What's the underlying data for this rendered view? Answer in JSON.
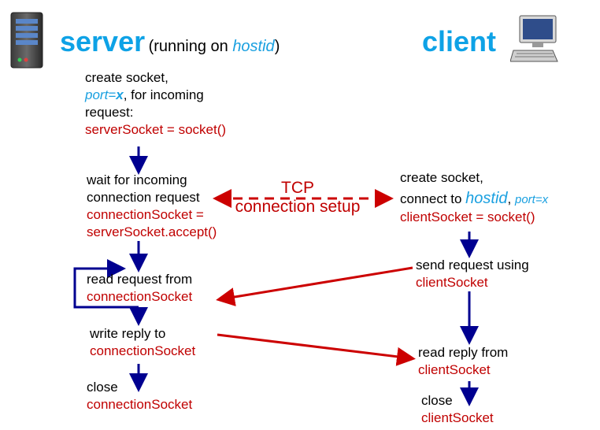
{
  "header": {
    "server_title": "server",
    "server_sub_a": "(running on ",
    "server_sub_host": "hostid",
    "server_sub_b": ")",
    "client_title": "client"
  },
  "server": {
    "create": {
      "line1": "create socket,",
      "port_a": "port=",
      "port_x": "x",
      "port_b": ", for incoming",
      "line3": "request:",
      "code": "serverSocket = socket()"
    },
    "wait": {
      "line1": "wait for incoming",
      "line2": "connection request",
      "code1": "connectionSocket =",
      "code2": "serverSocket.accept()"
    },
    "read": {
      "line1": "read request from",
      "code": "connectionSocket"
    },
    "write": {
      "line1": "write reply to",
      "code": "connectionSocket"
    },
    "close": {
      "line1": "close",
      "code": "connectionSocket"
    }
  },
  "tcp": {
    "line1": "TCP",
    "line2": "connection setup"
  },
  "client": {
    "create": {
      "line1": "create socket,",
      "connect_a": "connect to ",
      "connect_host": "hostid",
      "connect_comma": ", ",
      "connect_port": "port=x",
      "code": "clientSocket = socket()"
    },
    "send": {
      "line1": "send request using",
      "code": "clientSocket"
    },
    "read": {
      "line1": "read reply from",
      "code": "clientSocket"
    },
    "close": {
      "line1": "close",
      "code": "clientSocket"
    }
  },
  "icons": {
    "server": "server-tower-icon",
    "client": "desktop-computer-icon"
  },
  "colors": {
    "heading": "#0ea2e6",
    "code": "#c00000",
    "flow": "#000090",
    "message": "#cc0000"
  }
}
